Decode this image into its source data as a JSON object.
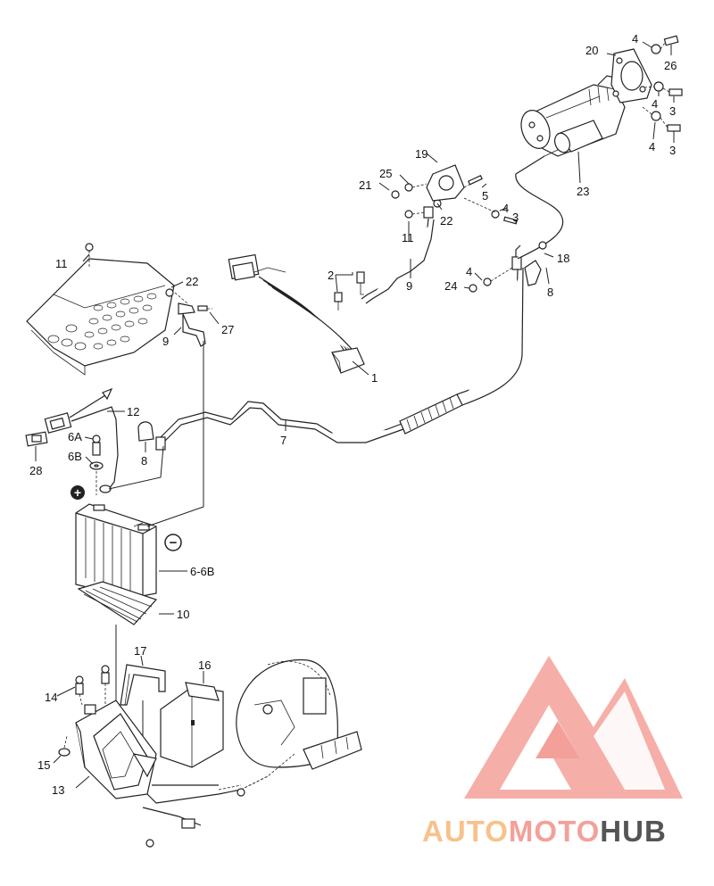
{
  "callouts": {
    "c1": "1",
    "c2": "2",
    "c3a": "3",
    "c3b": "3",
    "c3c": "3",
    "c4a": "4",
    "c4b": "4",
    "c4c": "4",
    "c4d": "4",
    "c4e": "4",
    "c5": "5",
    "c6_6b": "6-6B",
    "c6a": "6A",
    "c6b": "6B",
    "c7": "7",
    "c8a": "8",
    "c8b": "8",
    "c9a": "9",
    "c9b": "9",
    "c10": "10",
    "c11a": "11",
    "c11b": "11",
    "c12": "12",
    "c13": "13",
    "c14": "14",
    "c15": "15",
    "c16": "16",
    "c17": "17",
    "c18": "18",
    "c19": "19",
    "c20": "20",
    "c21": "21",
    "c22a": "22",
    "c22b": "22",
    "c23": "23",
    "c24": "24",
    "c25": "25",
    "c26": "26",
    "c27": "27",
    "c28": "28"
  },
  "symbols": {
    "positive": "+",
    "negative": "−"
  },
  "watermark": {
    "part1": "AUTO",
    "part2": "MOTO",
    "part3": "HUB",
    "color_primary": "#f4a09a",
    "color_secondary": "#f7c28a",
    "color_dark": "#555555"
  },
  "colors": {
    "line": "#222222",
    "background": "#ffffff"
  }
}
